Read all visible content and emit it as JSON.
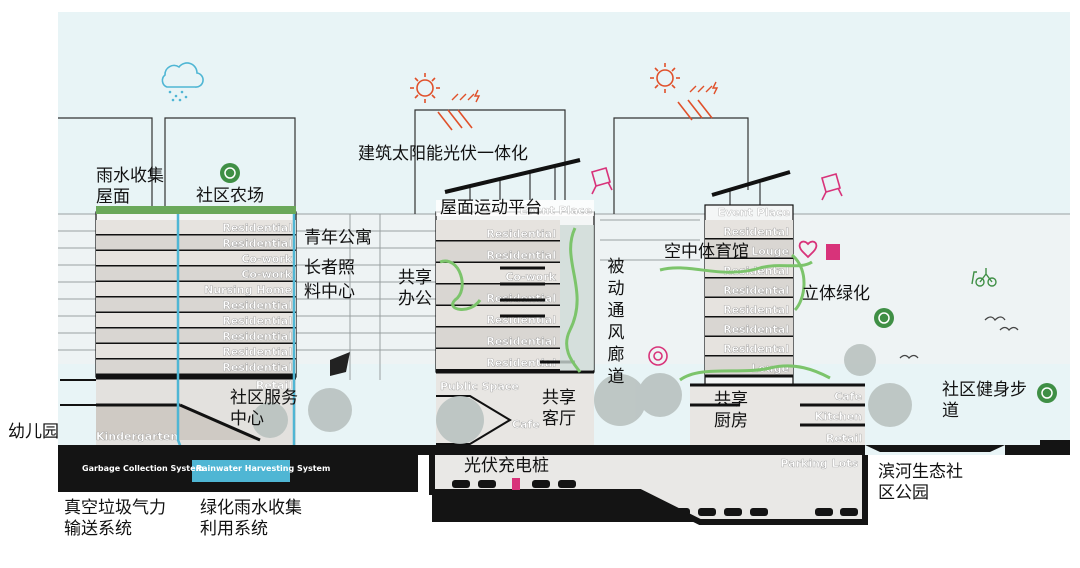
{
  "colors": {
    "sky": "#e8f4f6",
    "band": "#c9c5c0",
    "ground": "#141414",
    "water": "#4fb6d4",
    "green": "#7cc46b",
    "sun": "#e0502a",
    "pink": "#d8337a",
    "badge": "#3f8f45"
  },
  "labels": {
    "rain_roof": "雨水收集屋面",
    "farm": "社区农场",
    "youth_apartment": "青年公寓",
    "elder_center": "长者照料中心",
    "solar": "建筑太阳能光伏一体化",
    "roof_sports": "屋面运动平台",
    "shared_office": "共享办公",
    "ventilation": "被动通风廊道",
    "sky_gym": "空中体育馆",
    "vertical_green": "立体绿化",
    "community_service": "社区服务中心",
    "shared_living": "共享客厅",
    "shared_kitchen": "共享厨房",
    "kindergarten_cn": "幼儿园",
    "fitness_path": "社区健身步道",
    "riverside_park": "滨河生态社区公园",
    "pv_charging": "光伏充电桩",
    "vacuum_waste": "真空垃圾气力输送系统",
    "rainwater_system": "绿化雨水收集利用系统"
  },
  "building1": {
    "floors": [
      "Residential",
      "Residential",
      "Co-work",
      "Co-work",
      "Nursing Home",
      "Residential",
      "Residential",
      "Residential",
      "Residential",
      "Residential"
    ],
    "retail": "Retail",
    "kindergarten": "Kindergarten"
  },
  "building2": {
    "top": "Event Place",
    "floors": [
      "Residential",
      "Residential",
      "Co-work",
      "Residential",
      "Residential",
      "Residential",
      "Residential"
    ],
    "public_space": "Public Space",
    "cafe": "Cafe"
  },
  "building3": {
    "top": "Event Place",
    "floors": [
      "Residental",
      "Louge",
      "Residental",
      "Residental",
      "Residental",
      "Residental",
      "Residental",
      "Louge"
    ],
    "podium": [
      "Cafe",
      "Kitchen",
      "Retail"
    ]
  },
  "underground": {
    "garbage": "Garbage Collection System",
    "rainwater": "Rainwater Harvesting System",
    "parking": "Parking Lots"
  }
}
